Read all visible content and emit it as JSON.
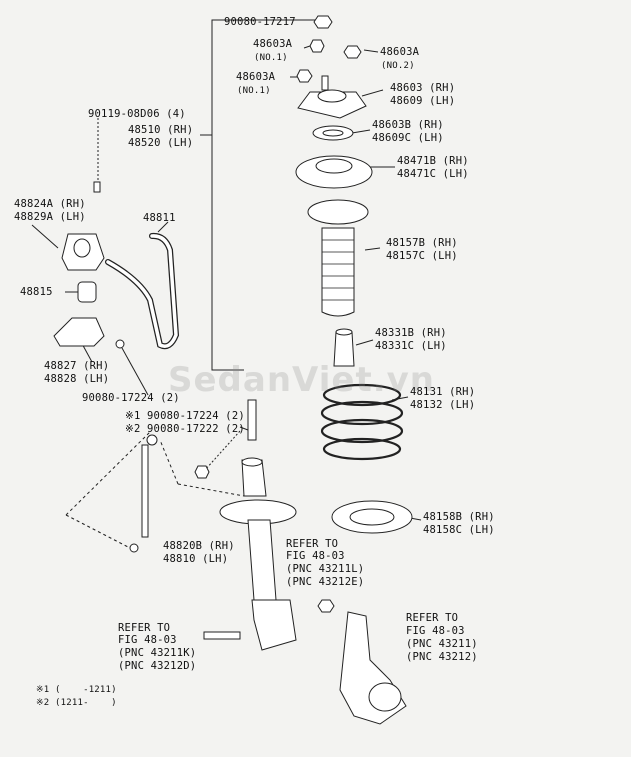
{
  "watermark": "SedanViet.vn",
  "parts": {
    "bolt_top": "90080-17217",
    "nut_no1_upper": "48603A",
    "nut_no1_upper_note": "(NO.1)",
    "nut_no2": "48603A",
    "nut_no2_note": "(NO.2)",
    "nut_no1_lower": "48603A",
    "nut_no1_lower_note": "(NO.1)",
    "mount_rh": "48603 (RH)",
    "mount_lh": "48609 (LH)",
    "bearing_rh": "48603B (RH)",
    "bearing_lh": "48609C (LH)",
    "upper_seat_rh": "48471B (RH)",
    "upper_seat_lh": "48471C (LH)",
    "boot_rh": "48157B (RH)",
    "boot_lh": "48157C (LH)",
    "bumper_rh": "48331B (RH)",
    "bumper_lh": "48331C (LH)",
    "spring_rh": "48131 (RH)",
    "spring_lh": "48132 (LH)",
    "lower_seat_rh": "48158B (RH)",
    "lower_seat_lh": "48158C (LH)",
    "strut_rh": "48510 (RH)",
    "strut_lh": "48520 (LH)",
    "bolt_bracket": "90119-08D06 (4)",
    "bracket_rh": "48824A (RH)",
    "bracket_lh": "48829A (LH)",
    "stabilizer_bar": "48811",
    "bushing": "48815",
    "clamp_rh": "48827 (RH)",
    "clamp_lh": "48828 (LH)",
    "nut_bar": "90080-17224 (2)",
    "nut_link_1": "※1 90080-17224 (2)",
    "nut_link_2": "※2 90080-17222 (2)",
    "link_rh": "48820B (RH)",
    "link_lh": "48810 (LH)",
    "refer_right_upper": {
      "l1": "REFER TO",
      "l2": "FIG 48-03",
      "l3": "(PNC 43211L)",
      "l4": "(PNC 43212E)"
    },
    "refer_left": {
      "l1": "REFER TO",
      "l2": "FIG 48-03",
      "l3": "(PNC 43211K)",
      "l4": "(PNC 43212D)"
    },
    "refer_right_lower": {
      "l1": "REFER TO",
      "l2": "FIG 48-03",
      "l3": "(PNC 43211)",
      "l4": "(PNC 43212)"
    }
  },
  "footnotes": {
    "n1": "※1 (    -1211)",
    "n2": "※2 (1211-    )"
  }
}
